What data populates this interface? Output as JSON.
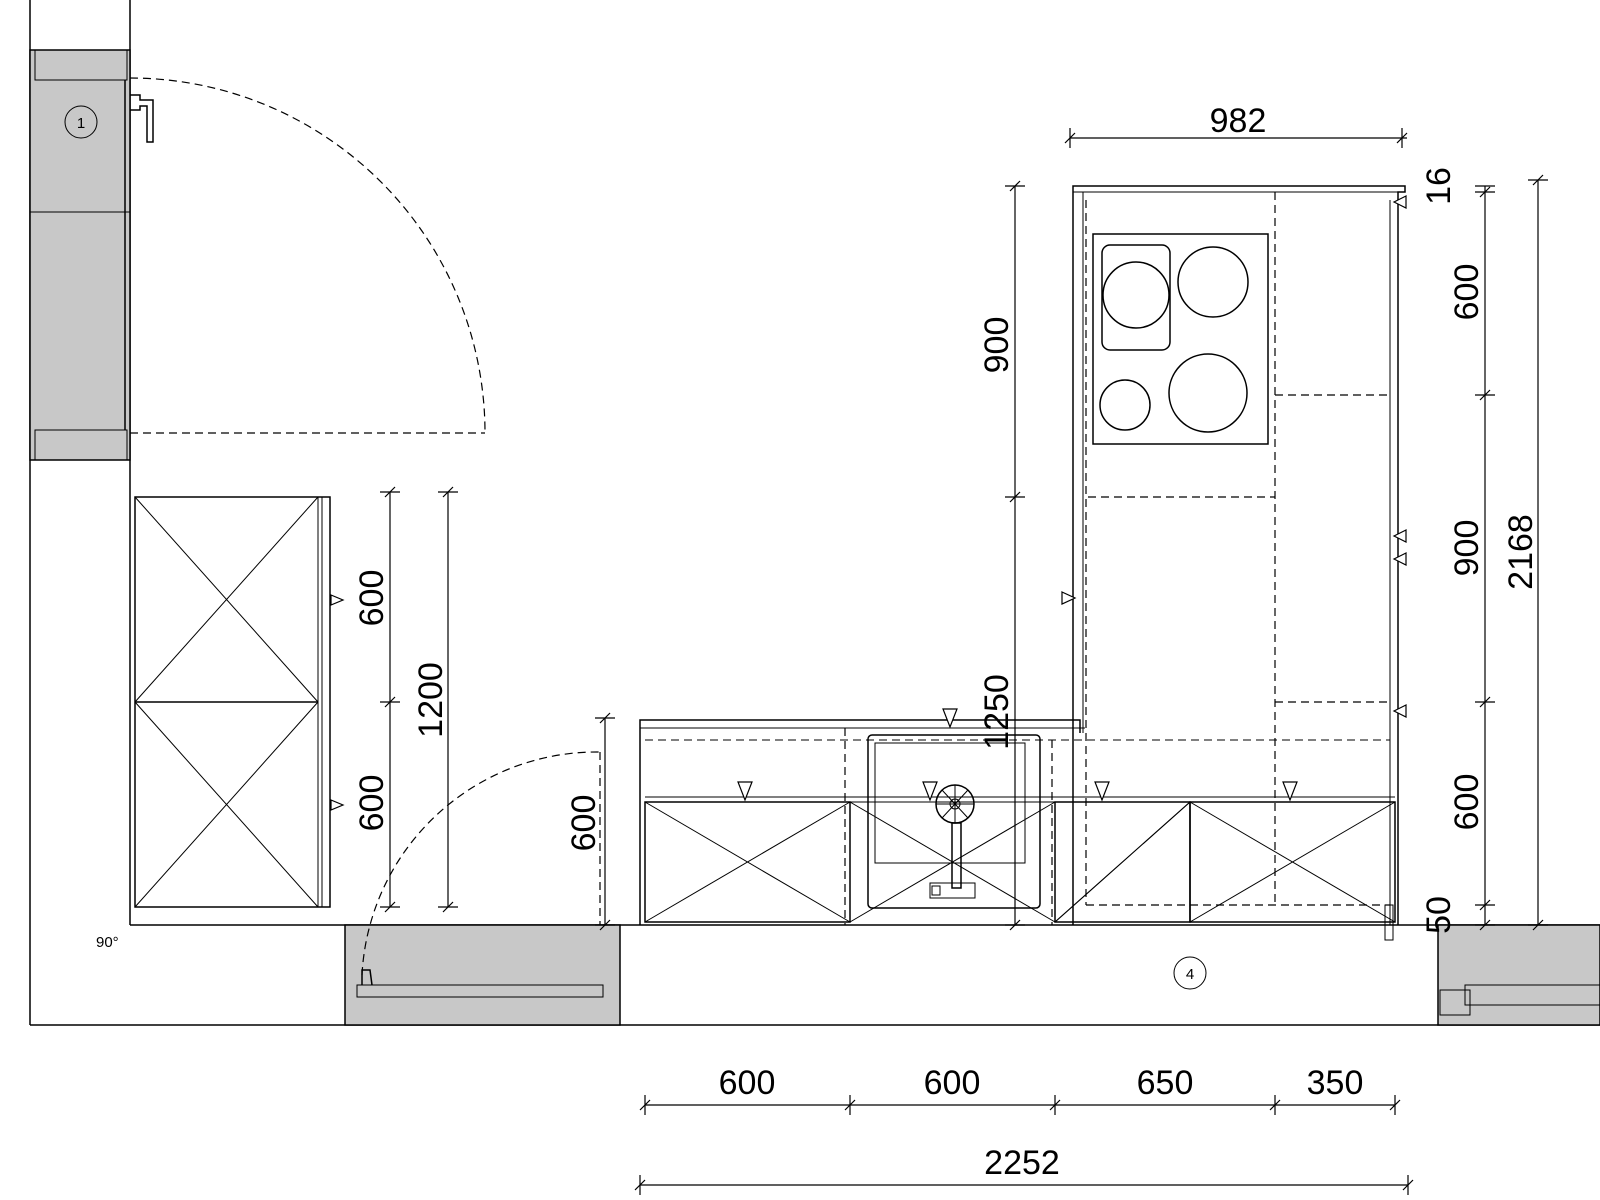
{
  "dimensions": {
    "top_width": "982",
    "top_gap": "16",
    "left_run_total": "900",
    "left_lower": "1250",
    "right_upper": "600",
    "right_middle": "900",
    "right_lower": "600",
    "right_base": "50",
    "right_total": "2168",
    "tall_unit_upper": "600",
    "tall_unit_lower": "600",
    "tall_unit_total": "1200",
    "door_depth": "600",
    "bottom_segments": [
      "600",
      "600",
      "650",
      "350"
    ],
    "bottom_total": "2252"
  },
  "labels": {
    "marker_1": "1",
    "marker_4": "4",
    "door_angle": "90°"
  }
}
